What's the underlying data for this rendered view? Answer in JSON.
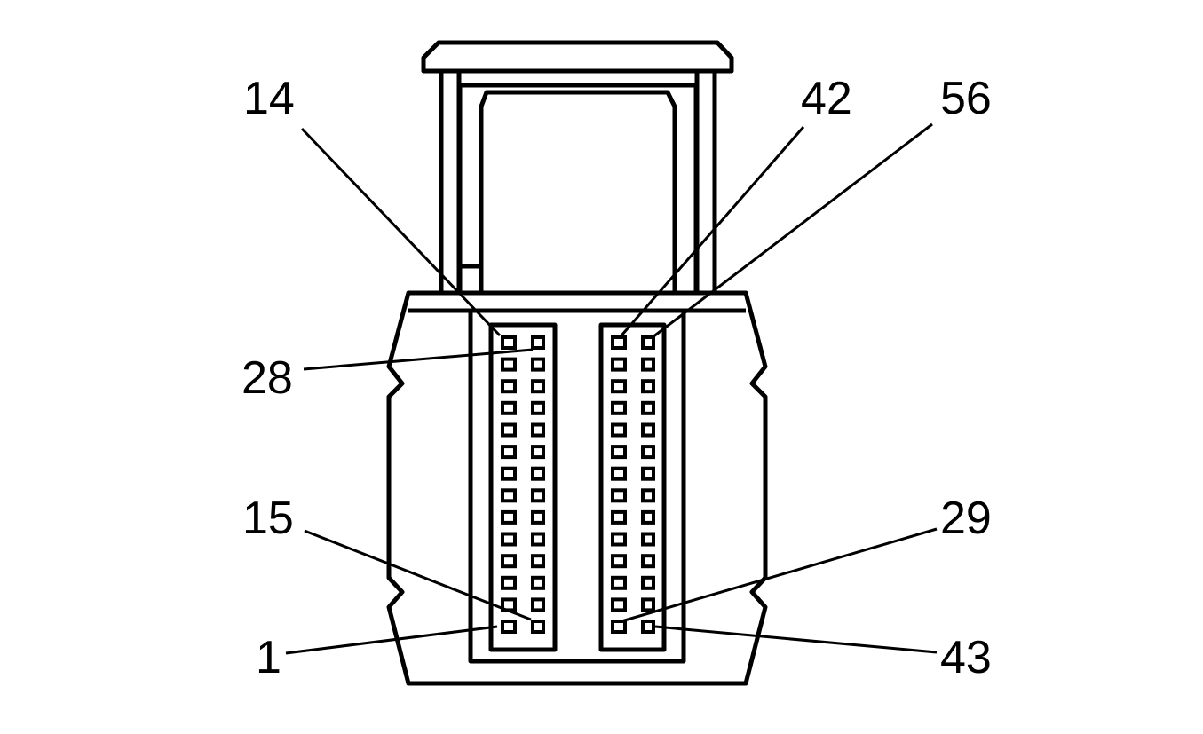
{
  "diagram": {
    "type": "connector-pinout",
    "colors": {
      "line": "#000000",
      "background": "#ffffff"
    },
    "labels": {
      "pin_14": "14",
      "pin_28": "28",
      "pin_15": "15",
      "pin_1": "1",
      "pin_42": "42",
      "pin_56": "56",
      "pin_29": "29",
      "pin_43": "43"
    },
    "pin_rows_per_column": 14,
    "pin_columns": 4
  }
}
